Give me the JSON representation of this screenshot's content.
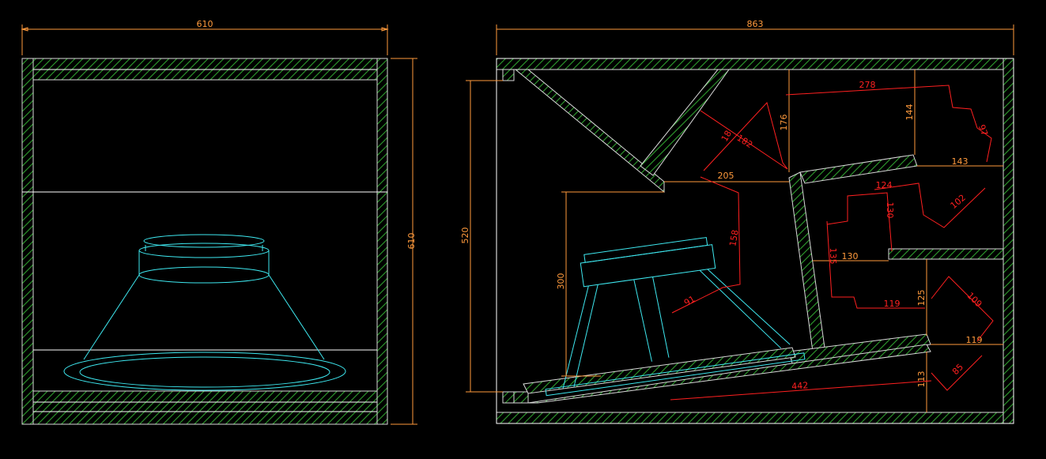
{
  "colors": {
    "background": "#000000",
    "dimension": "#ff9a3c",
    "detail_dimension": "#ff2020",
    "driver": "#3ee8f0",
    "wall_hatch": "#2e9e2e",
    "outline": "#d8d8d8"
  },
  "front_view": {
    "width_label": "610",
    "height_label": "610"
  },
  "side_view": {
    "width_label": "863",
    "height_label": "520",
    "labels": {
      "d278": "278",
      "d144": "144",
      "d176": "176",
      "d182": "182",
      "d18": "18",
      "d97": "97",
      "d205": "205",
      "d143": "143",
      "d124": "124",
      "d130v": "130",
      "d102": "102",
      "d158": "158",
      "d130h": "130",
      "d135": "135",
      "d300": "300",
      "d91": "91",
      "d119": "119",
      "d125": "125",
      "d109": "109",
      "d119b": "119",
      "d113": "113",
      "d442": "442",
      "d85": "85"
    }
  }
}
